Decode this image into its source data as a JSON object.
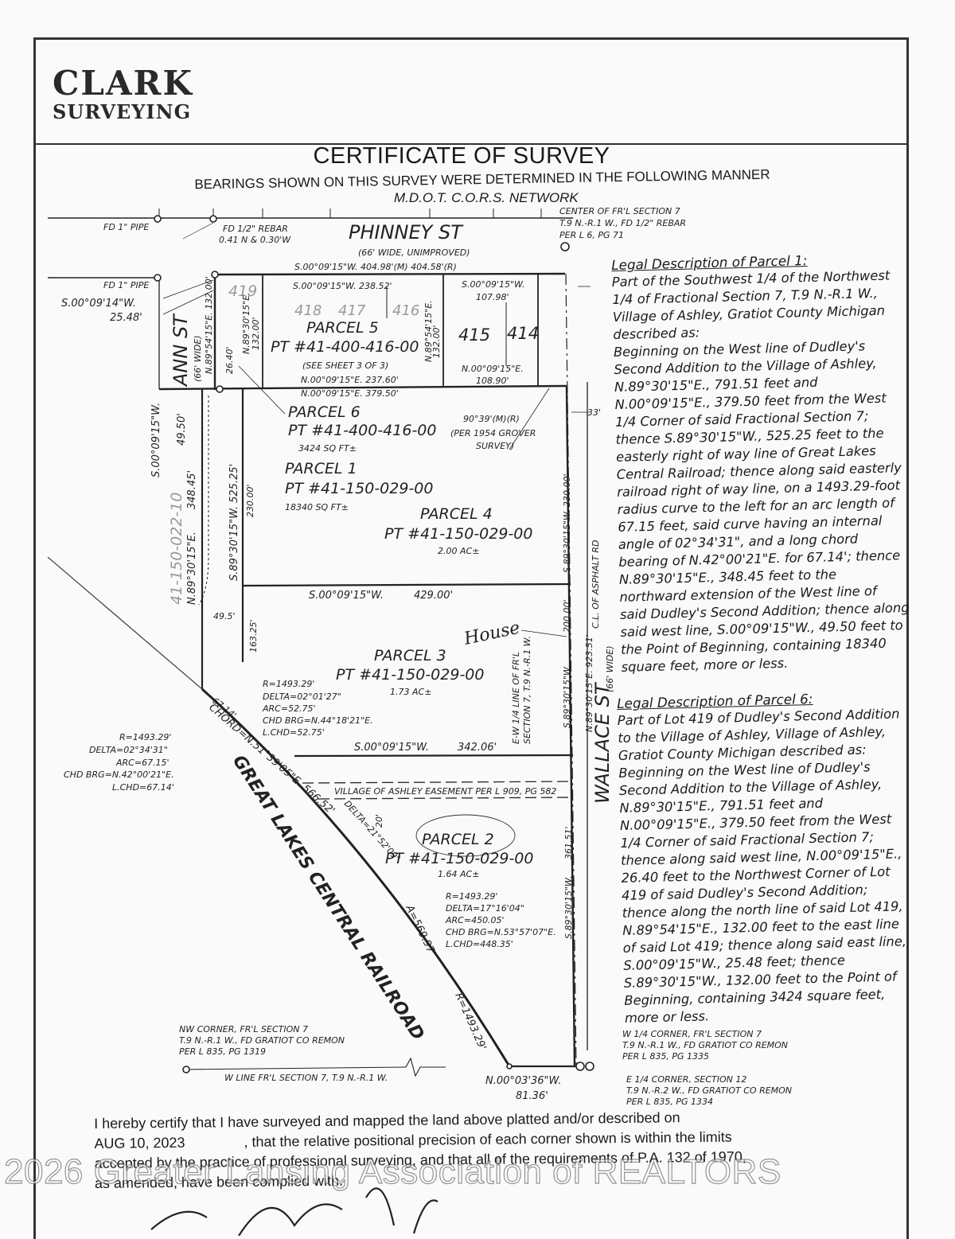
{
  "logo": {
    "line1": "CLARK",
    "line2": "SURVEYING"
  },
  "title": "CERTIFICATE OF SURVEY",
  "bearings_note": "BEARINGS SHOWN ON THIS SURVEY WERE DETERMINED IN THE FOLLOWING MANNER",
  "bearings_source": "M.D.O.T. C.O.R.S. NETWORK",
  "streets": {
    "phinney": "PHINNEY ST",
    "phinney_width": "(66' WIDE, UNIMPROVED)",
    "ann": "ANN ST",
    "ann_width": "(66' WIDE)",
    "wallace": "WALLACE ST",
    "wallace_width": "(66' WIDE)",
    "railroad": "GREAT LAKES CENTRAL RAILROAD",
    "asphalt": "C.L. OF ASPHALT RD"
  },
  "parcels": [
    {
      "name": "PARCEL 5",
      "pin": "PT #41-400-416-00",
      "note": "(SEE SHEET 3 OF 3)"
    },
    {
      "name": "PARCEL 6",
      "pin": "PT #41-400-416-00",
      "area": "3424 SQ FT±"
    },
    {
      "name": "PARCEL 1",
      "pin": "PT #41-150-029-00",
      "area": "18340 SQ FT±"
    },
    {
      "name": "PARCEL 4",
      "pin": "PT #41-150-029-00",
      "area": "2.00 AC±"
    },
    {
      "name": "PARCEL 3",
      "pin": "PT #41-150-029-00",
      "area": "1.73 AC±",
      "handwritten": "House"
    },
    {
      "name": "PARCEL 2",
      "pin": "PT #41-150-029-00",
      "area": "1.64 AC±"
    }
  ],
  "lots": [
    "419",
    "418",
    "417",
    "416",
    "415",
    "414"
  ],
  "side_parcel": "41-150-022-10",
  "corners": {
    "fd_pipe_1": "FD 1\" PIPE",
    "fd_pipe_2": "FD 1\" PIPE",
    "rebar": [
      "FD 1/2\" REBAR",
      "0.41 N & 0.30'W"
    ],
    "center": [
      "CENTER OF FR'L SECTION 7",
      "T.9 N.-R.1 W., FD 1/2\" REBAR",
      "PER L 6, PG 71"
    ],
    "nw": [
      "NW CORNER, FR'L SECTION 7",
      "T.9 N.-R.1 W., FD GRATIOT CO REMON",
      "PER L 835, PG 1319"
    ],
    "w14": [
      "W 1/4 CORNER, FR'L SECTION 7",
      "T.9 N.-R.1 W., FD GRATIOT CO REMON",
      "PER L 835, PG 1335"
    ],
    "e14": [
      "E 1/4 CORNER, SECTION 12",
      "T.9 N.-R.2 W., FD GRATIOT CO REMON",
      "PER L 835, PG 1334"
    ],
    "wline": "W LINE FR'L SECTION 7, T.9 N.-R.1 W.",
    "ew_line": [
      "E-W 1/4 LINE OF FR'L",
      "SECTION 7, T.9 N.-R.1 W."
    ],
    "grover": [
      "90°39'(M)(R)",
      "(PER 1954 GROVER",
      "SURVEY)"
    ],
    "easement": "VILLAGE OF ASHLEY EASEMENT PER L 909, PG 582"
  },
  "dims": {
    "top": "S.00°09'15\"W. 404.98'(M) 404.58'(R)",
    "s238": "S.00°09'15\"W. 238.52'",
    "s107": "S.00°09'15\"W.",
    "s107b": "107.98'",
    "n237": "N.00°09'15\"E. 237.60'",
    "n379": "N.00°09'15\"E. 379.50'",
    "n108": "N.00°09'15\"E.",
    "n108b": "108.90'",
    "s2548": "S.00°09'14\"W.",
    "s2548b": "25.48'",
    "n132a": "N.89°54'15\"E. 132.00'",
    "n132b": "N.89°30'15\"E.",
    "n132c": "132.00'",
    "n132d": "N.89°54'15\"E.",
    "n132e": "132.00'",
    "d2640": "26.40'",
    "d33": "33'",
    "s4950": "S.00°09'15\"W.",
    "s4950b": "49.50'",
    "n34845": "N.89°30'15\"E.",
    "n34845b": "348.45'",
    "s52525": "S.89°30'15\"W. 525.25'",
    "d230a": "230.00'",
    "s429": "S.00°09'15\"W.",
    "s429b": "429.00'",
    "d495": "49.5'",
    "d16325": "163.25'",
    "s230": "S.89°30'15\"W. 230.00'",
    "s200": "S.89°30'15\"W.",
    "s200b": "200.00'",
    "n923": "N.89°30'15\"E. 923.51'",
    "s342": "S.00°09'15\"W.",
    "s342b": "342.06'",
    "d20": "20'",
    "s361": "S.89°30'15\"W.",
    "s361b": "361.51'",
    "n0336": "N.00°03'36\"W.",
    "n0336b": "81.36'",
    "d6714": "67.14'",
    "chord": "CHORD=N.51°39'05\"E. 566.52'",
    "delta_rr": "DELTA=21°52'09\"",
    "arc_rr": "A=569.97'",
    "r_rr": "R=1493.29'",
    "curve1": [
      "R=1493.29'",
      "DELTA=02°34'31\"",
      "ARC=67.15'",
      "CHD BRG=N.42°00'21\"E.",
      "L.CHD=67.14'"
    ],
    "curve2": [
      "R=1493.29'",
      "DELTA=02°01'27\"",
      "ARC=52.75'",
      "CHD BRG=N.44°18'21\"E.",
      "L.CHD=52.75'"
    ],
    "curve3": [
      "R=1493.29'",
      "DELTA=17°16'04\"",
      "ARC=450.05'",
      "CHD BRG=N.53°57'07\"E.",
      "L.CHD=448.35'"
    ]
  },
  "legal1": {
    "heading": "Legal Description of Parcel 1:",
    "lines": [
      "Part of the Southwest 1/4 of the Northwest",
      "1/4 of Fractional Section 7, T.9 N.-R.1 W.,",
      "Village of Ashley, Gratiot County Michigan",
      "described as:",
      "Beginning on the West line of Dudley's",
      "Second Addition to the Village of Ashley,",
      "N.89°30'15\"E., 791.51 feet and",
      "N.00°09'15\"E., 379.50 feet from the West",
      "1/4 Corner of said Fractional Section 7;",
      "thence S.89°30'15\"W., 525.25 feet to the",
      "easterly right of way line of Great Lakes",
      "Central Railroad; thence along said easterly",
      "railroad right of way line, on a 1493.29-foot",
      "radius curve to the left for an arc length of",
      "67.15 feet, said curve having an internal",
      "angle of 02°34'31\", and a long chord",
      "bearing of N.42°00'21\"E. for 67.14'; thence",
      "N.89°30'15\"E., 348.45 feet to the",
      "northward extension of the West line of",
      "said Dudley's Second Addition; thence along",
      "said west line, S.00°09'15\"W., 49.50 feet to",
      "the Point of Beginning, containing 18340",
      "square feet, more or less."
    ]
  },
  "legal6": {
    "heading": "Legal Description of Parcel 6:",
    "lines": [
      "Part of Lot 419 of Dudley's Second Addition",
      "to the Village of Ashley, Village of Ashley,",
      "Gratiot County Michigan described as:",
      "Beginning on the West line of Dudley's",
      "Second Addition to the Village of Ashley,",
      "N.89°30'15\"E., 791.51 feet and",
      "N.00°09'15\"E., 379.50 feet from the West",
      "1/4 Corner of said Fractional Section 7;",
      "thence along said west line, N.00°09'15\"E.,",
      "26.40 feet to the Northwest Corner of Lot",
      "419 of said Dudley's Second Addition;",
      "thence along the north line of said Lot 419,",
      "N.89°54'15\"E., 132.00 feet to the east line",
      "of said Lot 419; thence along said east line,",
      "S.00°09'15\"W., 25.48 feet; thence",
      "S.89°30'15\"W., 132.00 feet to the Point of",
      "Beginning, containing 3424 square feet,",
      "more or less."
    ]
  },
  "certification": {
    "line1": "I hereby certify that I have surveyed and mapped the land above platted and/or described on",
    "date": "AUG 10, 2023",
    "line2": ", that the relative positional precision of each corner shown is within the limits",
    "line3": "accepted by the practice of professional surveying, and that all of the requirements of P.A. 132 of 1970,",
    "line4": "as amended, have been complied with."
  },
  "watermark": "2026 Greater Lansing Association of REALTORS"
}
